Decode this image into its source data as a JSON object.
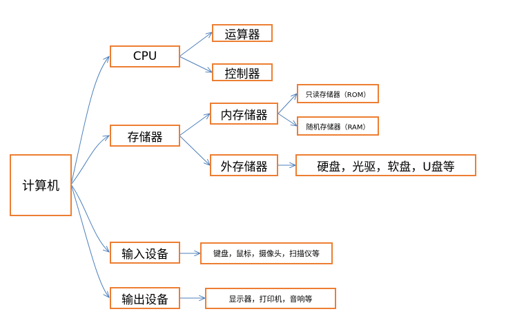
{
  "diagram": {
    "root": "计算机",
    "cpu": "CPU",
    "alu": "运算器",
    "controller": "控制器",
    "storage": "存储器",
    "internal_memory": "内存储器",
    "rom": "只读存储器（ROM）",
    "ram": "随机存储器（RAM）",
    "external_memory": "外存储器",
    "external_examples": "硬盘，光驱，软盘，U盘等",
    "input_device": "输入设备",
    "input_examples": "键盘，鼠标，摄像头，扫描仪等",
    "output_device": "输出设备",
    "output_examples": "显示器，打印机，音响等"
  },
  "colors": {
    "box_border": "#ed7d31",
    "connector": "#4a7ebb",
    "background": "#ffffff"
  }
}
